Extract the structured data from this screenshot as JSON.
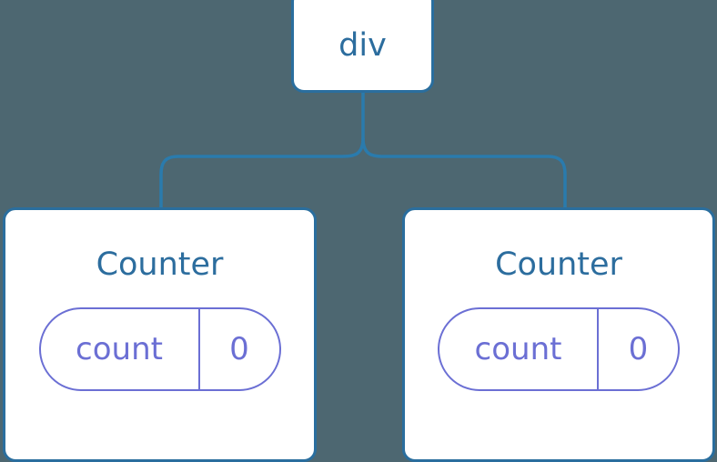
{
  "diagram": {
    "type": "component-tree",
    "background_color": "#4d6771",
    "node_border_color": "#2a6e9e",
    "node_fill_color": "#ffffff",
    "node_text_color": "#2c6d9e",
    "connector_color": "#2a7bad",
    "state_pill_color": "#6b6fd4",
    "root": {
      "label": "div"
    },
    "children": [
      {
        "title": "Counter",
        "state": {
          "key": "count",
          "value": "0"
        }
      },
      {
        "title": "Counter",
        "state": {
          "key": "count",
          "value": "0"
        }
      }
    ]
  }
}
